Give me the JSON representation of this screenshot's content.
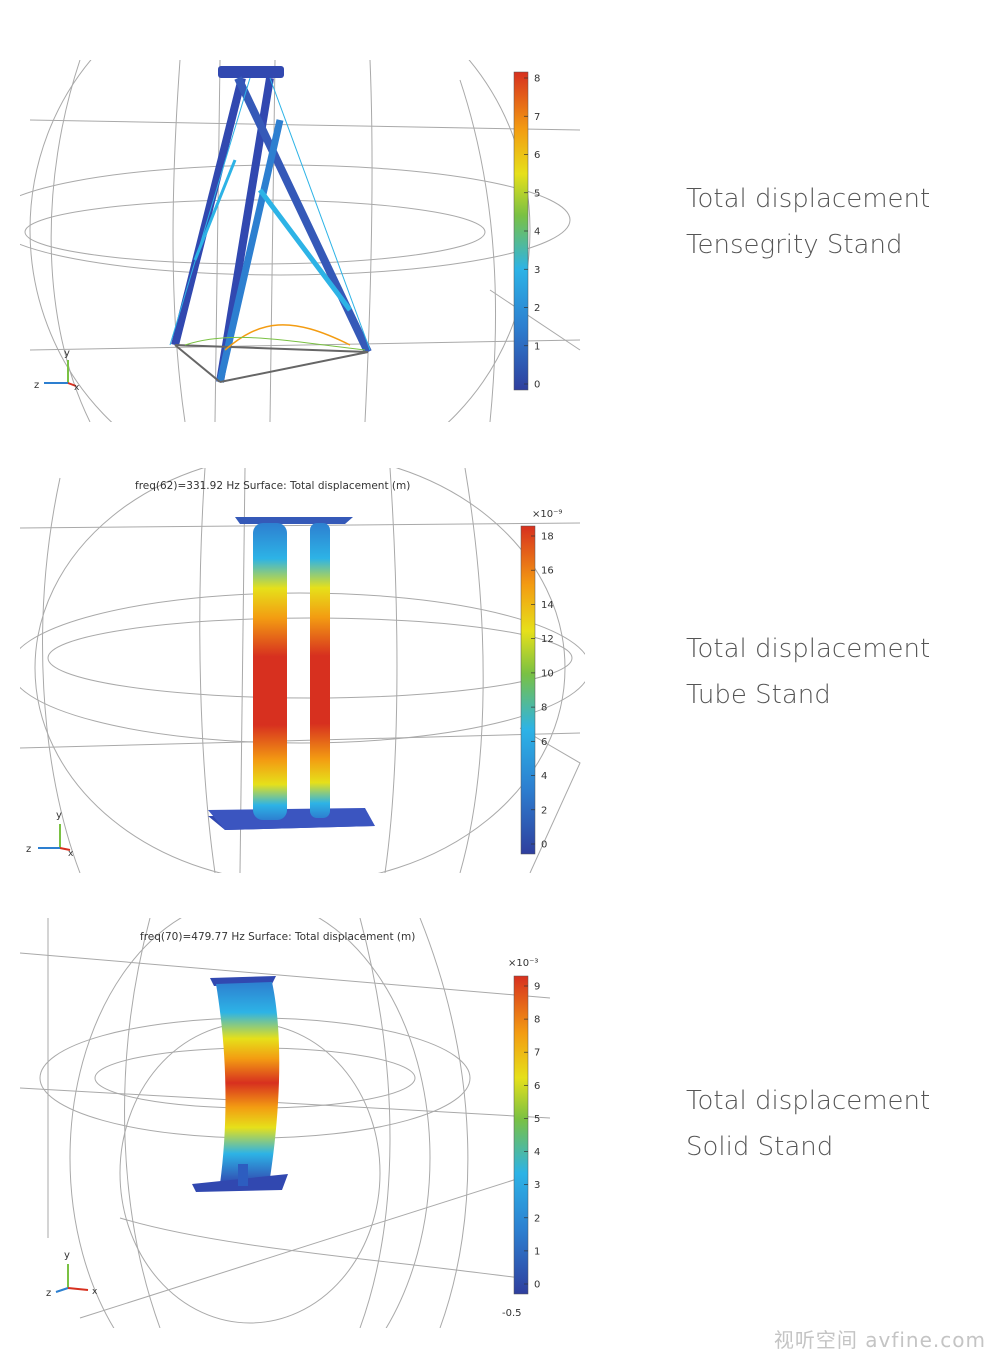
{
  "panels": [
    {
      "caption_line1": "Total displacement",
      "caption_line2": "Tensegrity Stand",
      "header": "",
      "scale_exponent": "",
      "scale_ticks": [
        "0",
        "1",
        "2",
        "3",
        "4",
        "5",
        "6",
        "7",
        "8"
      ],
      "extra_label": ""
    },
    {
      "caption_line1": "Total displacement",
      "caption_line2": "Tube Stand",
      "header": "freq(62)=331.92 Hz   Surface: Total displacement (m)",
      "scale_exponent": "×10⁻⁹",
      "scale_ticks": [
        "0",
        "2",
        "4",
        "6",
        "8",
        "10",
        "12",
        "14",
        "16",
        "18"
      ],
      "extra_label": ""
    },
    {
      "caption_line1": "Total displacement",
      "caption_line2": "Solid Stand",
      "header": "freq(70)=479.77 Hz   Surface: Total displacement (m)",
      "scale_exponent": "×10⁻³",
      "scale_ticks": [
        "0",
        "1",
        "2",
        "3",
        "4",
        "5",
        "6",
        "7",
        "8",
        "9"
      ],
      "extra_label": "-0.5"
    }
  ],
  "axes": {
    "y": "y",
    "z": "z",
    "x": "x"
  },
  "watermark": "视听空间 avfine.com",
  "colors": {
    "scale_top": "#d7301f",
    "scale_orange": "#f39c12",
    "scale_yellow": "#e6e01a",
    "scale_green": "#7ac143",
    "scale_cyan": "#2db3e6",
    "scale_bottom": "#2f3f9e",
    "grid": "#a9a9a9",
    "stand_blue": "#3148b0"
  }
}
